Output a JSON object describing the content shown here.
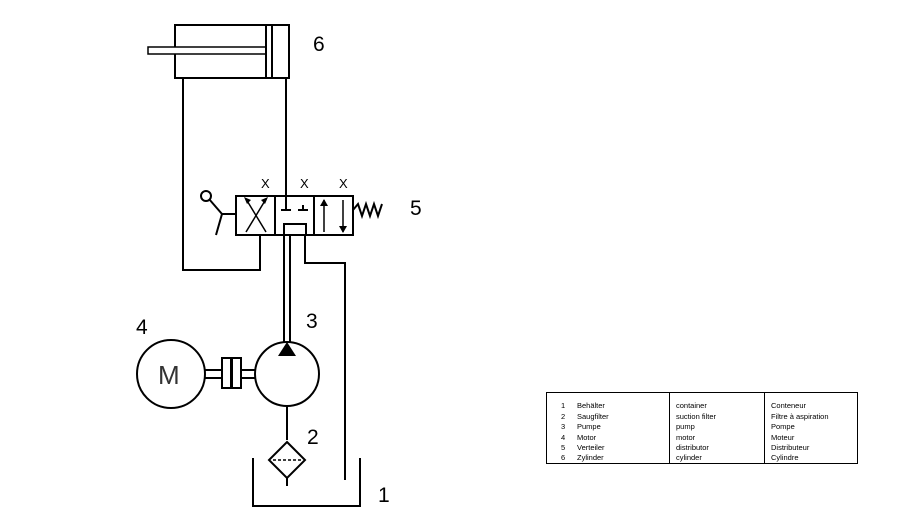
{
  "components": {
    "tank_num": "1",
    "filter_num": "2",
    "pump_num": "3",
    "motor_num": "4",
    "valve_num": "5",
    "cylinder_num": "6",
    "motor_symbol": "M",
    "port_mark": "X"
  },
  "legend": {
    "rows": [
      {
        "num": "1",
        "de": "Behälter",
        "en": "container",
        "fr": "Conteneur"
      },
      {
        "num": "2",
        "de": "Saugfilter",
        "en": "suction filter",
        "fr": "Filtre à aspiration"
      },
      {
        "num": "3",
        "de": "Pumpe",
        "en": "pump",
        "fr": "Pompe"
      },
      {
        "num": "4",
        "de": "Motor",
        "en": "motor",
        "fr": "Moteur"
      },
      {
        "num": "5",
        "de": "Verteiler",
        "en": "distributor",
        "fr": "Distributeur"
      },
      {
        "num": "6",
        "de": "Zylinder",
        "en": "cylinder",
        "fr": "Cylindre"
      }
    ]
  }
}
